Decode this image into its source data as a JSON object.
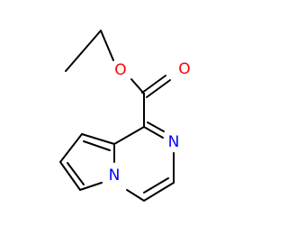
{
  "molecule": {
    "atoms": {
      "carbonyl_oxygen": "O",
      "ester_oxygen": "O",
      "pyrazine_nitrogen": "N",
      "bridgehead_nitrogen": "N"
    }
  },
  "colors": {
    "bond": "#000000",
    "oxygen": "#ff0000",
    "nitrogen": "#0000ff",
    "background": "#ffffff"
  }
}
